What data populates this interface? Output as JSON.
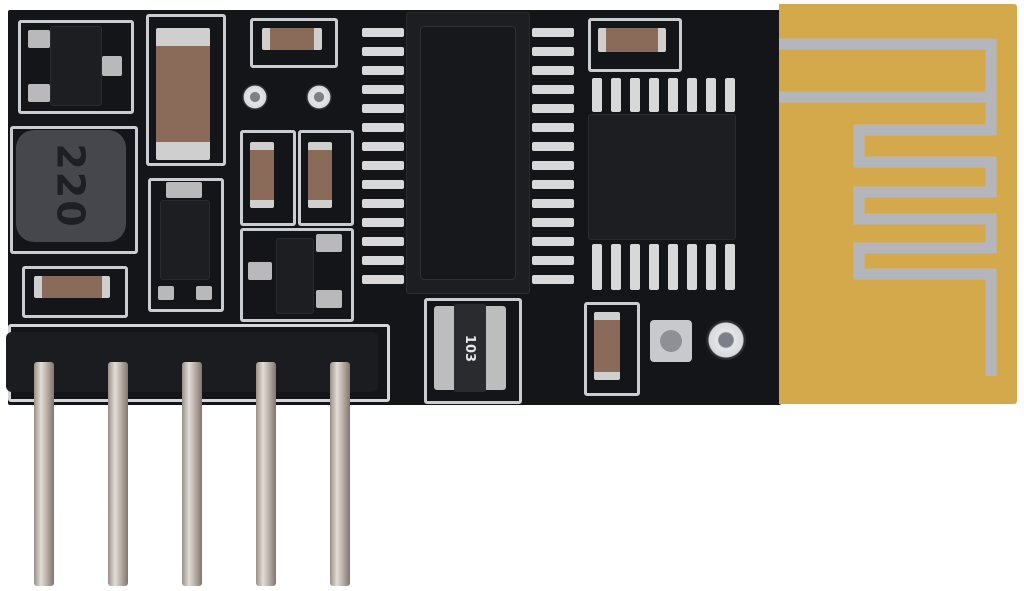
{
  "image": {
    "subject": "Wireless RF transceiver module PCB with right-angle pin header and printed meander antenna",
    "colors": {
      "background": "#ffffff",
      "solder_mask": "#141518",
      "antenna_substrate": "#d4a94c",
      "silkscreen": "#c9cdd2",
      "pin_metal": "#c9c0b8"
    },
    "markings": {
      "inductor": "220",
      "resistor_array": "103"
    },
    "header_pin_count": 5
  }
}
